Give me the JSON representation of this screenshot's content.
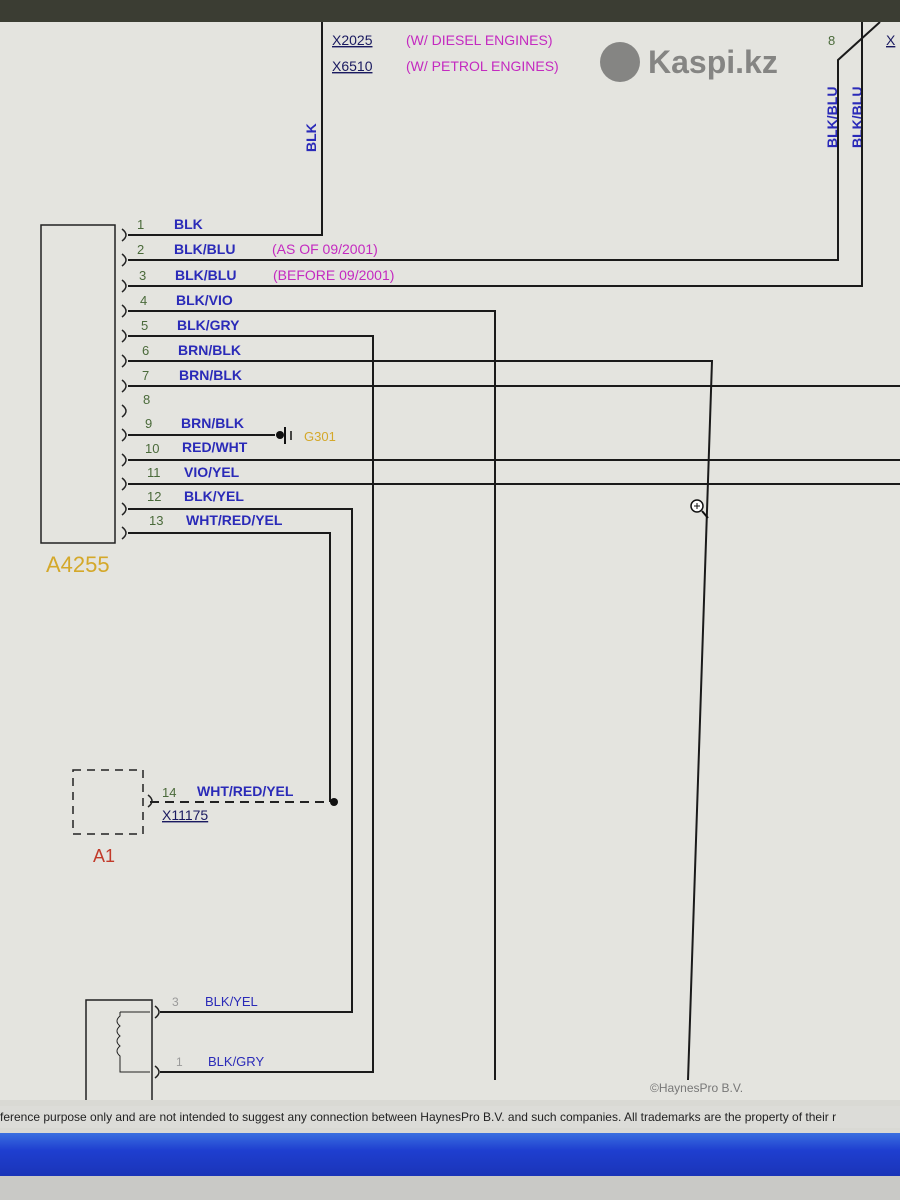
{
  "connectors_top": [
    {
      "id": "X2025",
      "note": "(W/ DIESEL ENGINES)"
    },
    {
      "id": "X6510",
      "note": "(W/ PETROL ENGINES)"
    }
  ],
  "right_connector": {
    "pin": "8",
    "id": "X"
  },
  "vertical_labels": {
    "blk": "BLK",
    "blk_blu_1": "BLK/BLU",
    "blk_blu_2": "BLK/BLU"
  },
  "component_main": "A4255",
  "pins": [
    {
      "num": "1",
      "color": "BLK",
      "note": ""
    },
    {
      "num": "2",
      "color": "BLK/BLU",
      "note": "(AS OF 09/2001)"
    },
    {
      "num": "3",
      "color": "BLK/BLU",
      "note": "(BEFORE 09/2001)"
    },
    {
      "num": "4",
      "color": "BLK/VIO",
      "note": ""
    },
    {
      "num": "5",
      "color": "BLK/GRY",
      "note": ""
    },
    {
      "num": "6",
      "color": "BRN/BLK",
      "note": ""
    },
    {
      "num": "7",
      "color": "BRN/BLK",
      "note": ""
    },
    {
      "num": "8",
      "color": "",
      "note": ""
    },
    {
      "num": "9",
      "color": "BRN/BLK",
      "note": ""
    },
    {
      "num": "10",
      "color": "RED/WHT",
      "note": ""
    },
    {
      "num": "11",
      "color": "VIO/YEL",
      "note": ""
    },
    {
      "num": "12",
      "color": "BLK/YEL",
      "note": ""
    },
    {
      "num": "13",
      "color": "WHT/RED/YEL",
      "note": ""
    }
  ],
  "ground": "G301",
  "a1": {
    "name": "A1",
    "pin": "14",
    "color": "WHT/RED/YEL",
    "connector": "X11175"
  },
  "sensor": [
    {
      "pin": "3",
      "color": "BLK/YEL"
    },
    {
      "pin": "1",
      "color": "BLK/GRY"
    }
  ],
  "copyright": "©HaynesPro B.V.",
  "footer": "ference purpose only and are not intended to suggest any connection between HaynesPro B.V. and such companies. All trademarks are the property of their r",
  "watermark": "Kaspi.kz"
}
